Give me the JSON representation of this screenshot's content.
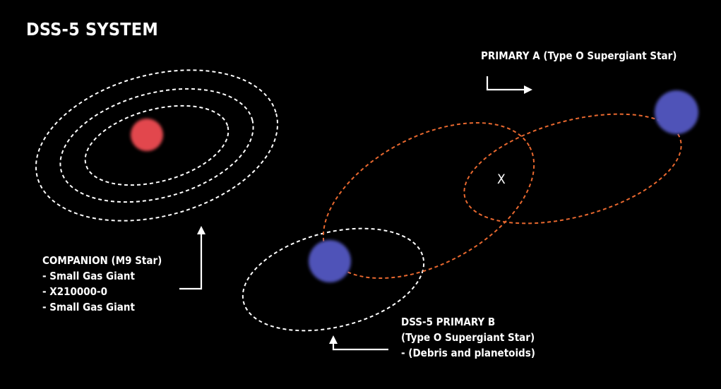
{
  "title": "DSS-5 SYSTEM",
  "primary_a": {
    "label": "PRIMARY A (Type O Supergiant Star)",
    "color": "#4f52b8"
  },
  "barycenter_mark": "X",
  "primary_b": {
    "lines": [
      "DSS-5 PRIMARY B",
      "(Type O Supergiant Star)",
      "- (Debris and planetoids)"
    ],
    "color": "#4f52b8"
  },
  "companion": {
    "lines": [
      "COMPANION (M9 Star)",
      "- Small Gas Giant",
      "- X210000-0",
      "- Small Gas Giant"
    ],
    "color": "#e2474d"
  },
  "colors": {
    "background": "#000000",
    "orbit_white": "#ffffff",
    "orbit_orange": "#e8682f",
    "text": "#ffffff"
  }
}
